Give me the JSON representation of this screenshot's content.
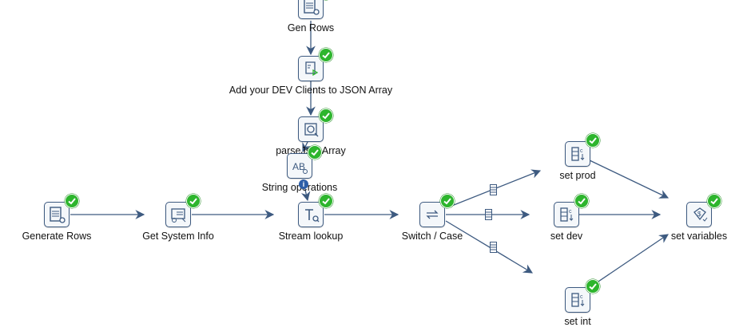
{
  "steps": {
    "gen_rows": {
      "label": "Gen Rows",
      "icon": "table-gear-icon"
    },
    "add_dev_clients": {
      "label": "Add your DEV Clients to JSON Array",
      "icon": "script-icon"
    },
    "parse_json_array": {
      "label": "parseJsonArray",
      "icon": "json-input-icon"
    },
    "string_operations": {
      "label": "String operations",
      "icon": "ab-text-icon"
    },
    "generate_rows": {
      "label": "Generate Rows",
      "icon": "table-gear-icon"
    },
    "get_system_info": {
      "label": "Get System Info",
      "icon": "system-info-icon"
    },
    "stream_lookup": {
      "label": "Stream lookup",
      "icon": "lookup-icon"
    },
    "switch_case": {
      "label": "Switch / Case",
      "icon": "switch-arrows-icon"
    },
    "set_prod": {
      "label": "set prod",
      "icon": "set-field-icon"
    },
    "set_dev": {
      "label": "set dev",
      "icon": "set-field-icon"
    },
    "set_int": {
      "label": "set int",
      "icon": "set-field-icon"
    },
    "set_variables": {
      "label": "set variables",
      "icon": "set-variables-icon"
    }
  },
  "info_badge": "i",
  "colors": {
    "hop": "#3d5a80",
    "ok": "#2db52d",
    "info": "#2d5fa8"
  }
}
